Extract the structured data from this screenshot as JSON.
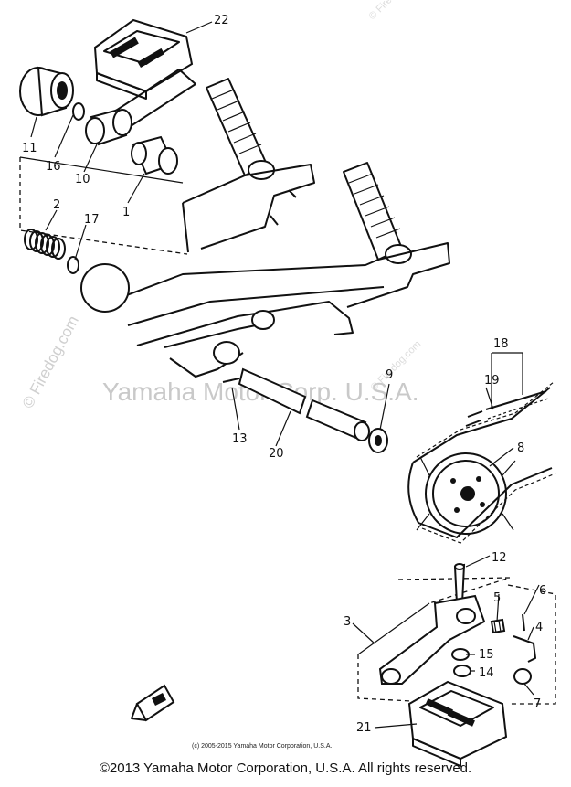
{
  "labels": {
    "p1": "1",
    "p2": "2",
    "p3": "3",
    "p4": "4",
    "p5": "5",
    "p6": "6",
    "p7": "7",
    "p8": "8",
    "p9": "9",
    "p10": "10",
    "p11": "11",
    "p12": "12",
    "p13": "13",
    "p14": "14",
    "p15": "15",
    "p16": "16",
    "p17": "17",
    "p18": "18",
    "p19": "19",
    "p20": "20",
    "p21": "21",
    "p22": "22"
  },
  "watermarks": {
    "center": "Yamaha Motor Corp. U.S.A.",
    "side": "© Firedog.com",
    "mid": "© Firedog.com",
    "corner": "© Firedog.com"
  },
  "small_copyright": "(c) 2005-2015 Yamaha Motor Corporation, U.S.A.",
  "footer": "©2013 Yamaha Motor Corporation, U.S.A. All rights reserved.",
  "colors": {
    "ink": "#111111",
    "watermark": "#c9c9c9",
    "background": "#ffffff"
  }
}
